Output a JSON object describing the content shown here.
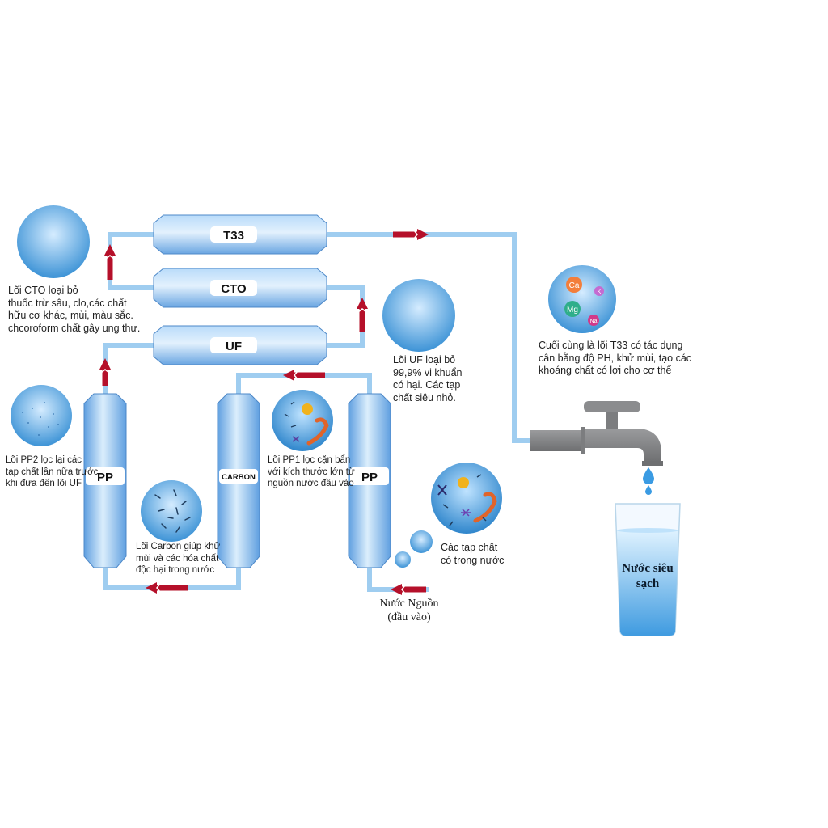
{
  "filters": {
    "t33": "T33",
    "cto": "CTO",
    "uf": "UF",
    "pp2": "PP",
    "carbon": "CARBON",
    "pp1": "PP"
  },
  "descriptions": {
    "cto": "Lõi CTO loại bỏ\nthuốc trừ sâu, clo,các chất\nhữu cơ khác, mùi, màu sắc.\nchcoroform chất gây ung thư.",
    "uf": "Lõi UF loại bỏ\n99,9% vi khuẩn\ncó hại. Các tạp\nchất siêu nhỏ.",
    "t33": "Cuối cùng là lõi T33 có tác dụng\ncân bằng độ PH, khử mùi, tạo các\nkhoáng chất có lợi cho cơ thể",
    "pp2": "Lõi PP2 lọc lại các\ntạp chất lần nữa trước\nkhi đưa đến lõi UF",
    "carbon": "Lõi Carbon giúp khử\nmùi và các hóa chất\nđộc hại trong nước",
    "pp1": "Lõi PP1 lọc cặn bẩn\nvới kích thước lớn từ\nnguồn nước đầu vào",
    "impurities": "Các tạp chất\ncó trong nước"
  },
  "minerals": [
    "Ca",
    "K",
    "Mg",
    "Na"
  ],
  "source_label": "Nước Nguồn\n(đầu vào)",
  "glass_label": "Nước siêu\nsạch",
  "colors": {
    "pipe": "#9fcdf0",
    "filter_light": "#cfe6fb",
    "filter_dark": "#6ea8e4",
    "arrow": "#b5102a",
    "faucet": "#808285"
  }
}
